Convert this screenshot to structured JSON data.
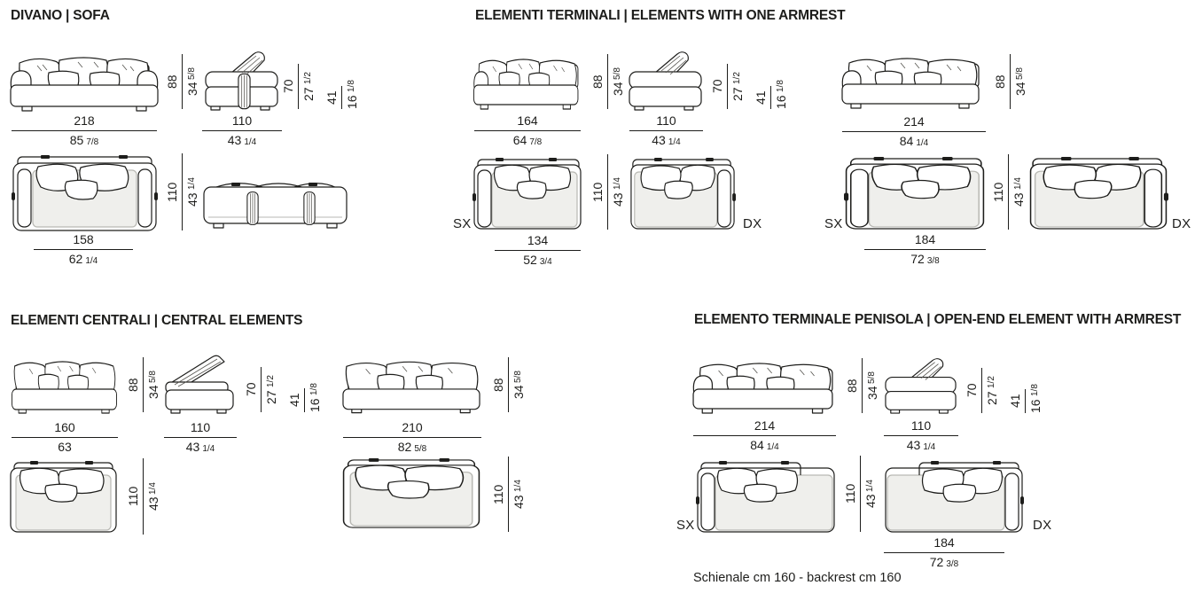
{
  "sections": {
    "divano": {
      "title": "DIVANO | SOFA",
      "front": {
        "w_cm": "218",
        "w_in": "85",
        "w_fr": "7/8",
        "h_cm": "88",
        "h_in": "34",
        "h_fr": "5/8"
      },
      "side": {
        "w_cm": "110",
        "w_in": "43",
        "w_fr": "1/4",
        "arm_cm": "70",
        "arm_in": "27",
        "arm_fr": "1/2",
        "seat_cm": "41",
        "seat_in": "16",
        "seat_fr": "1/8"
      },
      "top": {
        "w_cm": "158",
        "w_in": "62",
        "w_fr": "1/4",
        "d_cm": "110",
        "d_in": "43",
        "d_fr": "1/4"
      }
    },
    "terminali": {
      "title": "ELEMENTI TERMINALI | ELEMENTS WITH ONE ARMREST",
      "front_small": {
        "w_cm": "164",
        "w_in": "64",
        "w_fr": "7/8",
        "h_cm": "88",
        "h_in": "34",
        "h_fr": "5/8"
      },
      "side": {
        "w_cm": "110",
        "w_in": "43",
        "w_fr": "1/4",
        "arm_cm": "70",
        "arm_in": "27",
        "arm_fr": "1/2",
        "seat_cm": "41",
        "seat_in": "16",
        "seat_fr": "1/8"
      },
      "front_large": {
        "w_cm": "214",
        "w_in": "84",
        "w_fr": "1/4",
        "h_cm": "88",
        "h_in": "34",
        "h_fr": "5/8"
      },
      "top_small": {
        "sx": "SX",
        "dx": "DX",
        "w_cm": "134",
        "w_in": "52",
        "w_fr": "3/4",
        "d_cm": "110",
        "d_in": "43",
        "d_fr": "1/4"
      },
      "top_large": {
        "sx": "SX",
        "dx": "DX",
        "w_cm": "184",
        "w_in": "72",
        "w_fr": "3/8",
        "d_cm": "110",
        "d_in": "43",
        "d_fr": "1/4"
      }
    },
    "centrali": {
      "title": "ELEMENTI CENTRALI | CENTRAL ELEMENTS",
      "front_small": {
        "w_cm": "160",
        "w_in": "63",
        "w_fr": "",
        "h_cm": "88",
        "h_in": "34",
        "h_fr": "5/8"
      },
      "side": {
        "w_cm": "110",
        "w_in": "43",
        "w_fr": "1/4",
        "arm_cm": "70",
        "arm_in": "27",
        "arm_fr": "1/2",
        "seat_cm": "41",
        "seat_in": "16",
        "seat_fr": "1/8"
      },
      "front_large": {
        "w_cm": "210",
        "w_in": "82",
        "w_fr": "5/8",
        "h_cm": "88",
        "h_in": "34",
        "h_fr": "5/8"
      },
      "top_small": {
        "d_cm": "110",
        "d_in": "43",
        "d_fr": "1/4"
      },
      "top_large": {
        "d_cm": "110",
        "d_in": "43",
        "d_fr": "1/4"
      }
    },
    "penisola": {
      "title": "ELEMENTO TERMINALE PENISOLA | OPEN-END ELEMENT WITH ARMREST",
      "front": {
        "w_cm": "214",
        "w_in": "84",
        "w_fr": "1/4",
        "h_cm": "88",
        "h_in": "34",
        "h_fr": "5/8"
      },
      "side": {
        "w_cm": "110",
        "w_in": "43",
        "w_fr": "1/4",
        "arm_cm": "70",
        "arm_in": "27",
        "arm_fr": "1/2",
        "seat_cm": "41",
        "seat_in": "16",
        "seat_fr": "1/8"
      },
      "top": {
        "sx": "SX",
        "dx": "DX",
        "w_cm": "184",
        "w_in": "72",
        "w_fr": "3/8",
        "d_cm": "110",
        "d_in": "43",
        "d_fr": "1/4"
      }
    }
  },
  "footer": {
    "note": "Schienale cm 160 - backrest  cm 160"
  },
  "colors": {
    "ink": "#1d1d1b",
    "line_light": "#b9b9b4",
    "fill_light": "#efefec"
  }
}
